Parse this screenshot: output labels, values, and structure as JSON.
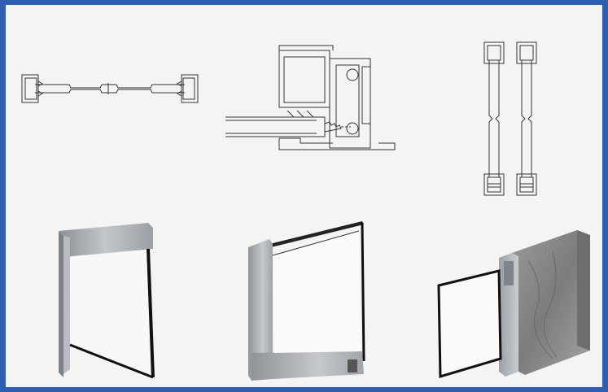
{
  "figures": [
    {
      "name": "cross-section-horizontal-drawing",
      "icon": "profile-drawing-icon"
    },
    {
      "name": "door-frame-joint-drawing",
      "icon": "profile-drawing-icon"
    },
    {
      "name": "cross-section-vertical-drawing",
      "icon": "profile-drawing-icon"
    },
    {
      "name": "glass-panel-top-profile-render",
      "icon": "aluminium-profile-icon"
    },
    {
      "name": "glass-panel-framed-render",
      "icon": "aluminium-profile-icon"
    },
    {
      "name": "glass-panel-with-wood-door-render",
      "icon": "aluminium-profile-icon"
    }
  ],
  "colors": {
    "border": "#2f5fb3",
    "background": "#f4f4f4",
    "line": "#333333",
    "aluminium": "#a9aeb3",
    "glass_edge": "#111111",
    "wood": "#8e8e8c"
  }
}
